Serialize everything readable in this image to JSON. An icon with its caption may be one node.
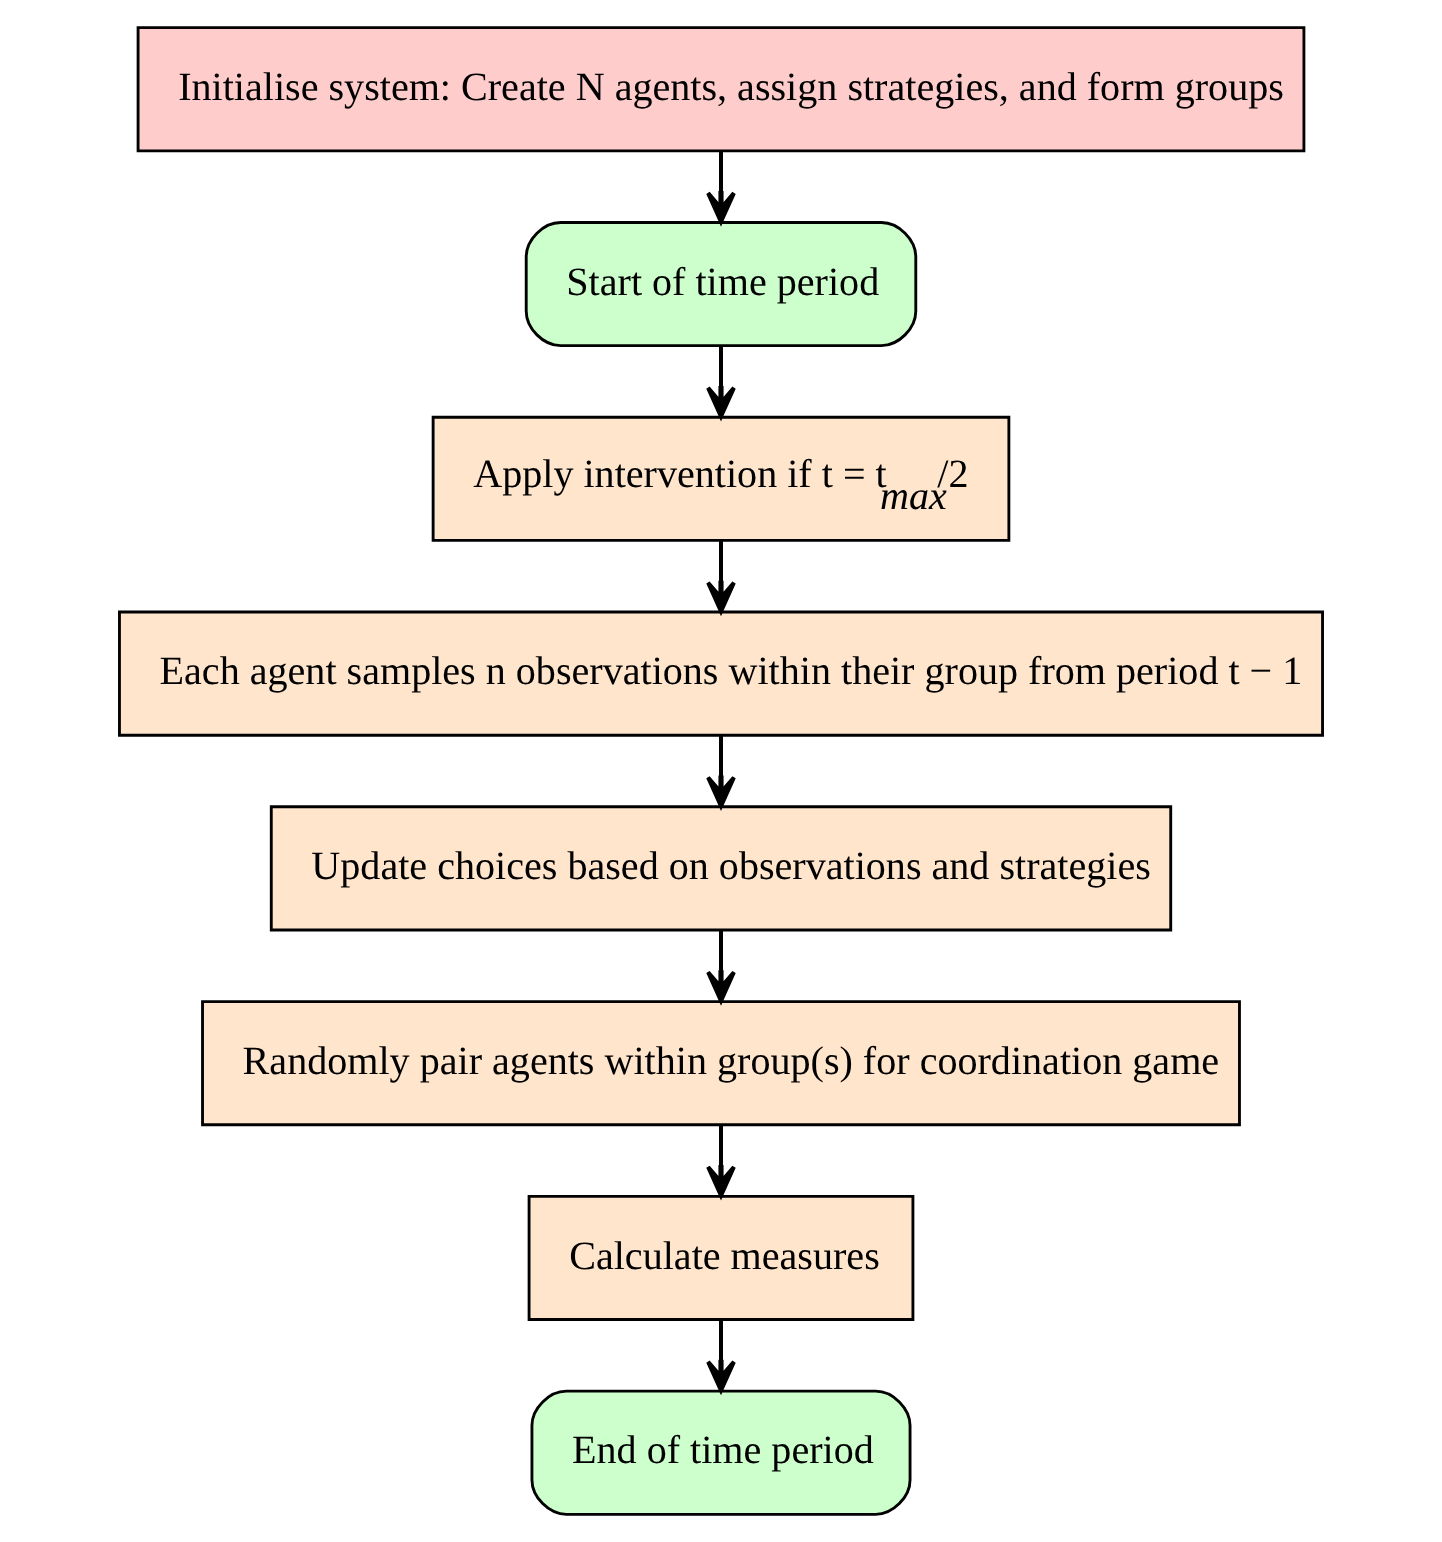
{
  "diagram": {
    "nodes": [
      {
        "text": [
          "Initialise system: Create N agents, assign strategies, and form groups"
        ]
      },
      {
        "text": [
          "Start of time period"
        ]
      },
      {
        "text": [
          "Apply intervention if t = t$_{max}$/2"
        ]
      },
      {
        "text": [
          "Each agent samples n observations within their group from period t − 1"
        ]
      },
      {
        "text": [
          "Update choices based on observations and strategies"
        ]
      },
      {
        "text": [
          "Randomly pair agents within group(s) for coordination game"
        ]
      },
      {
        "text": [
          "Calculate measures"
        ]
      },
      {
        "text": [
          "End of time period"
        ]
      }
    ],
    "edges": [
      {
        "from": 0,
        "to": 1,
        "arrow": "to"
      },
      {
        "from": 1,
        "to": 2,
        "arrow": "to"
      },
      {
        "from": 2,
        "to": 3,
        "arrow": "to"
      },
      {
        "from": 3,
        "to": 4,
        "arrow": "to"
      },
      {
        "from": 4,
        "to": 5,
        "arrow": "to"
      },
      {
        "from": 5,
        "to": 6,
        "arrow": "to"
      },
      {
        "from": 6,
        "to": 7,
        "arrow": "to"
      }
    ]
  }
}
